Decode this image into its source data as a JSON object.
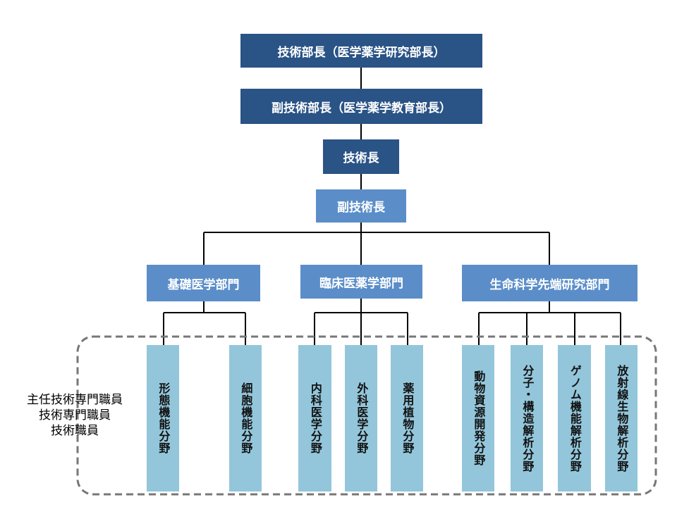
{
  "colors": {
    "dark_box": "#2a5386",
    "mid_box": "#5b8ec9",
    "leaf_box": "#93c6da",
    "connector": "#000000",
    "group_border": "#777777"
  },
  "diagram": {
    "director": "技術部長（医学薬学研究部長）",
    "deputy_director": "副技術部長（医学薬学教育部長）",
    "chief": "技術長",
    "deputy_chief": "副技術長",
    "departments": [
      {
        "label": "基礎医学部門",
        "fields": [
          "形態機能分野",
          "細胞機能分野"
        ]
      },
      {
        "label": "臨床医薬学部門",
        "fields": [
          "内科医学分野",
          "外科医学分野",
          "薬用植物分野"
        ]
      },
      {
        "label": "生命科学先端研究部門",
        "fields": [
          "動物資源開発分野",
          "分子・構造解析分野",
          "ゲノム機能解析分野",
          "放射線生物解析分野"
        ]
      }
    ],
    "staff_titles": [
      "主任技術専門職員",
      "技術専門職員",
      "技術職員"
    ]
  }
}
